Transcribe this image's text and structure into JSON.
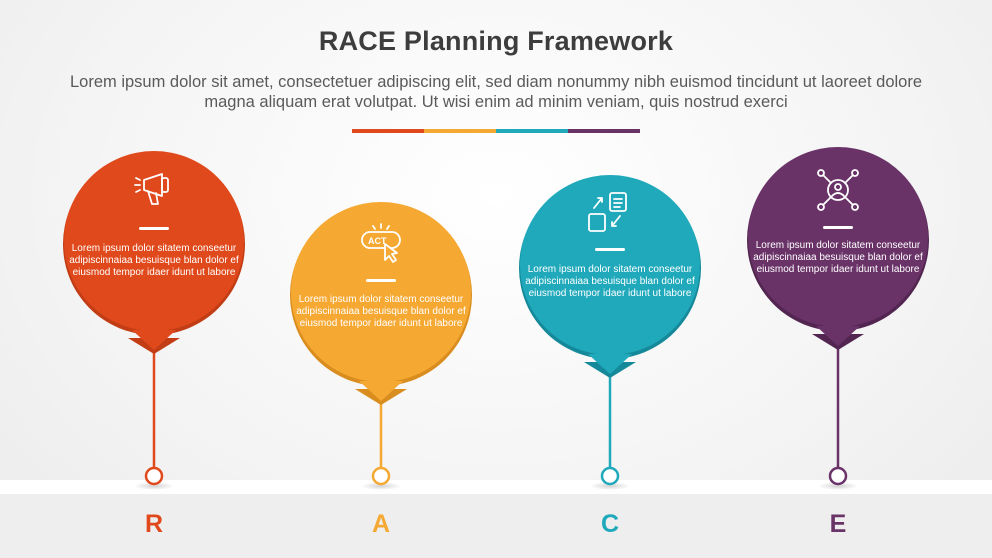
{
  "header": {
    "title": "RACE Planning Framework",
    "subtitle": "Lorem ipsum dolor sit amet, consectetuer adipiscing elit, sed diam nonummy nibh euismod tincidunt ut laoreet dolore magna aliquam erat volutpat. Ut wisi enim ad minim veniam, quis nostrud exerci"
  },
  "colors": {
    "r": "#e0491b",
    "a": "#f5a832",
    "c": "#1fa9bb",
    "e": "#6a3368",
    "title": "#3d3d3d"
  },
  "steps": [
    {
      "letter": "R",
      "text": "Lorem ipsum dolor sitatem conseetur adipiscinnaiaa besuisque blan dolor ef eiusmod tempor idaer idunt ut labore",
      "icon": "megaphone-icon"
    },
    {
      "letter": "A",
      "text": "Lorem ipsum dolor sitatem conseetur adipiscinnaiaa besuisque blan dolor ef eiusmod tempor idaer idunt ut labore",
      "icon": "act-button-icon",
      "icon_label": "ACT"
    },
    {
      "letter": "C",
      "text": "Lorem ipsum dolor sitatem conseetur adipiscinnaiaa besuisque blan dolor ef eiusmod tempor idaer idunt ut labore",
      "icon": "conversion-flow-icon"
    },
    {
      "letter": "E",
      "text": "Lorem ipsum dolor sitatem conseetur adipiscinnaiaa besuisque blan dolor ef eiusmod tempor idaer idunt ut labore",
      "icon": "network-user-icon"
    }
  ]
}
